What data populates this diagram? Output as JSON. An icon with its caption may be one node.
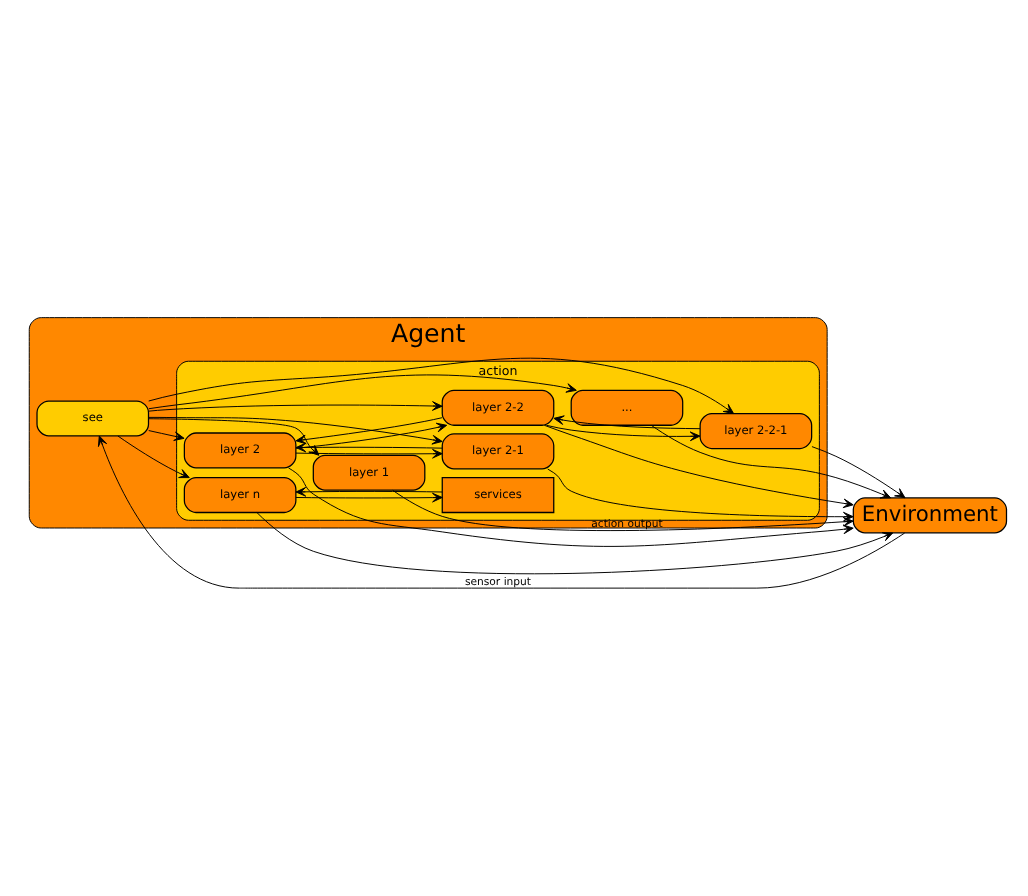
{
  "diagram": {
    "nodes": [
      {
        "text": [
          "Agent"
        ]
      },
      {
        "text": [
          "see"
        ],
        "in": 0
      },
      {
        "text": [
          "action"
        ],
        "in": 0
      },
      {
        "text": [
          "layer 1"
        ],
        "in": 2
      },
      {
        "text": [
          "layer 2"
        ],
        "in": 2
      },
      {
        "text": [
          "layer 2-1"
        ],
        "in": 2
      },
      {
        "text": [
          "layer 2-2"
        ],
        "in": 2
      },
      {
        "text": [
          "layer 2-2-1"
        ],
        "in": 2
      },
      {
        "text": [
          "..."
        ],
        "in": 2
      },
      {
        "text": [
          "layer n"
        ],
        "in": 2
      },
      {
        "text": [
          "services"
        ],
        "in": 2
      },
      {
        "text": [
          "Environment"
        ]
      }
    ],
    "edges": [
      {
        "from": 11,
        "to": 1,
        "arrow": "to",
        "label": "sensor input"
      },
      {
        "from": 1,
        "to": 3,
        "arrow": "to"
      },
      {
        "from": 1,
        "to": 4,
        "arrow": "to"
      },
      {
        "from": 1,
        "to": 5,
        "arrow": "to"
      },
      {
        "from": 1,
        "to": 6,
        "arrow": "to"
      },
      {
        "from": 1,
        "to": 7,
        "arrow": "to"
      },
      {
        "from": 1,
        "to": 8,
        "arrow": "to"
      },
      {
        "from": 1,
        "to": 9,
        "arrow": "to"
      },
      {
        "from": 4,
        "to": 5,
        "arrow": "to"
      },
      {
        "from": 4,
        "to": 6,
        "arrow": "to"
      },
      {
        "from": 5,
        "to": 4,
        "arrow": "to"
      },
      {
        "from": 6,
        "to": 4,
        "arrow": "to"
      },
      {
        "from": 6,
        "to": 7,
        "arrow": "to"
      },
      {
        "from": 7,
        "to": 6,
        "arrow": "to"
      },
      {
        "from": 9,
        "to": 10,
        "arrow": "to"
      },
      {
        "from": 10,
        "to": 9,
        "arrow": "to"
      },
      {
        "from": 3,
        "to": 11,
        "arrow": "to",
        "label": "action output"
      },
      {
        "from": 4,
        "to": 11,
        "arrow": "to"
      },
      {
        "from": 5,
        "to": 11,
        "arrow": "to"
      },
      {
        "from": 6,
        "to": 11,
        "arrow": "to"
      },
      {
        "from": 7,
        "to": 11,
        "arrow": "to"
      },
      {
        "from": 8,
        "to": 11,
        "arrow": "to"
      },
      {
        "from": 9,
        "to": 11,
        "arrow": "to"
      }
    ]
  }
}
